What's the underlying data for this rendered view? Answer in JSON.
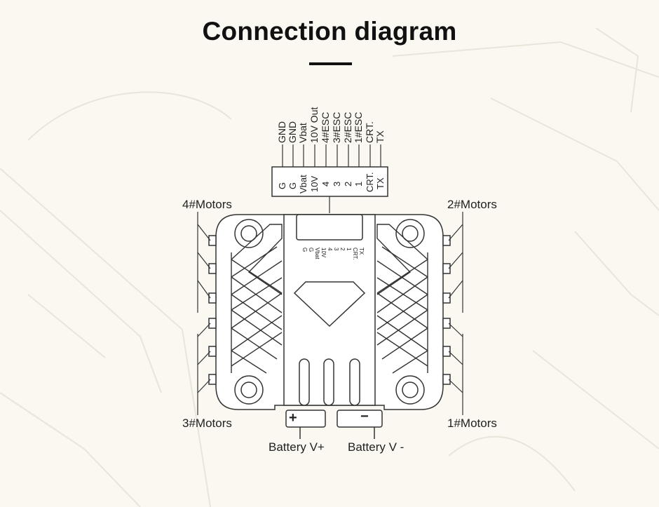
{
  "title": "Connection diagram",
  "wire_labels": [
    "GND",
    "GND",
    "Vbat",
    "10V Out",
    "4#ESC",
    "3#ESC",
    "2#ESC",
    "1#ESC",
    "CRT.",
    "TX"
  ],
  "connector_pins": [
    "G",
    "G",
    "Vbat",
    "10V",
    "4",
    "3",
    "2",
    "1",
    "CRT.",
    "TX"
  ],
  "board_pins": [
    "G",
    "G",
    "Vbat",
    "10V",
    "4",
    "3",
    "2",
    "1",
    "CRT.",
    "TX"
  ],
  "motors": {
    "top_left": "4#Motors",
    "top_right": "2#Motors",
    "bottom_left": "3#Motors",
    "bottom_right": "1#Motors"
  },
  "battery": {
    "positive_label": "Battery V+",
    "negative_label": "Battery V -",
    "positive_symbol": "+",
    "negative_symbol": "−"
  },
  "colors": {
    "background": "#faf8f1",
    "line": "#333333",
    "board_fill": "#ffffff"
  }
}
